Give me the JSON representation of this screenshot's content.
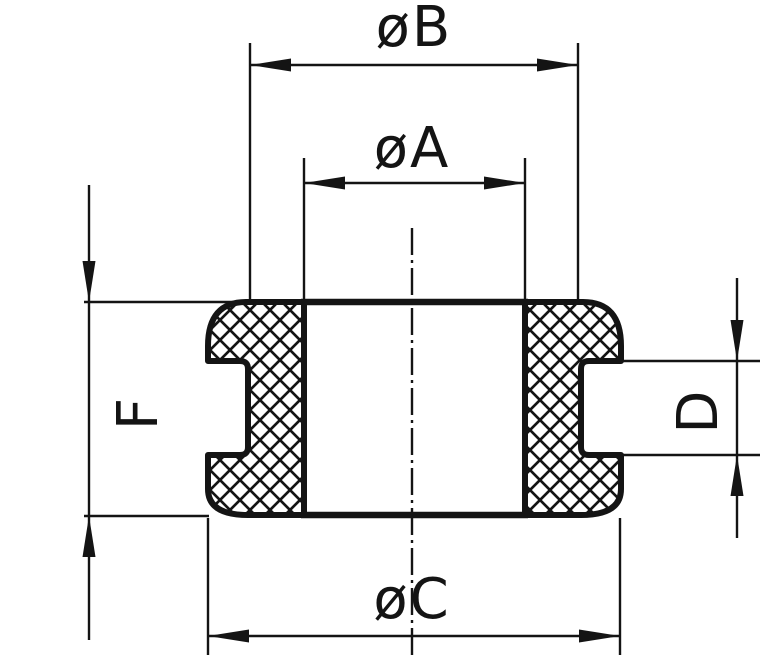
{
  "colors": {
    "background": "#ffffff",
    "line": "#141414"
  },
  "labels": {
    "dia_b": "øB",
    "dia_a": "øA",
    "dia_c": "øC",
    "height_f": "F",
    "groove_d": "D"
  }
}
